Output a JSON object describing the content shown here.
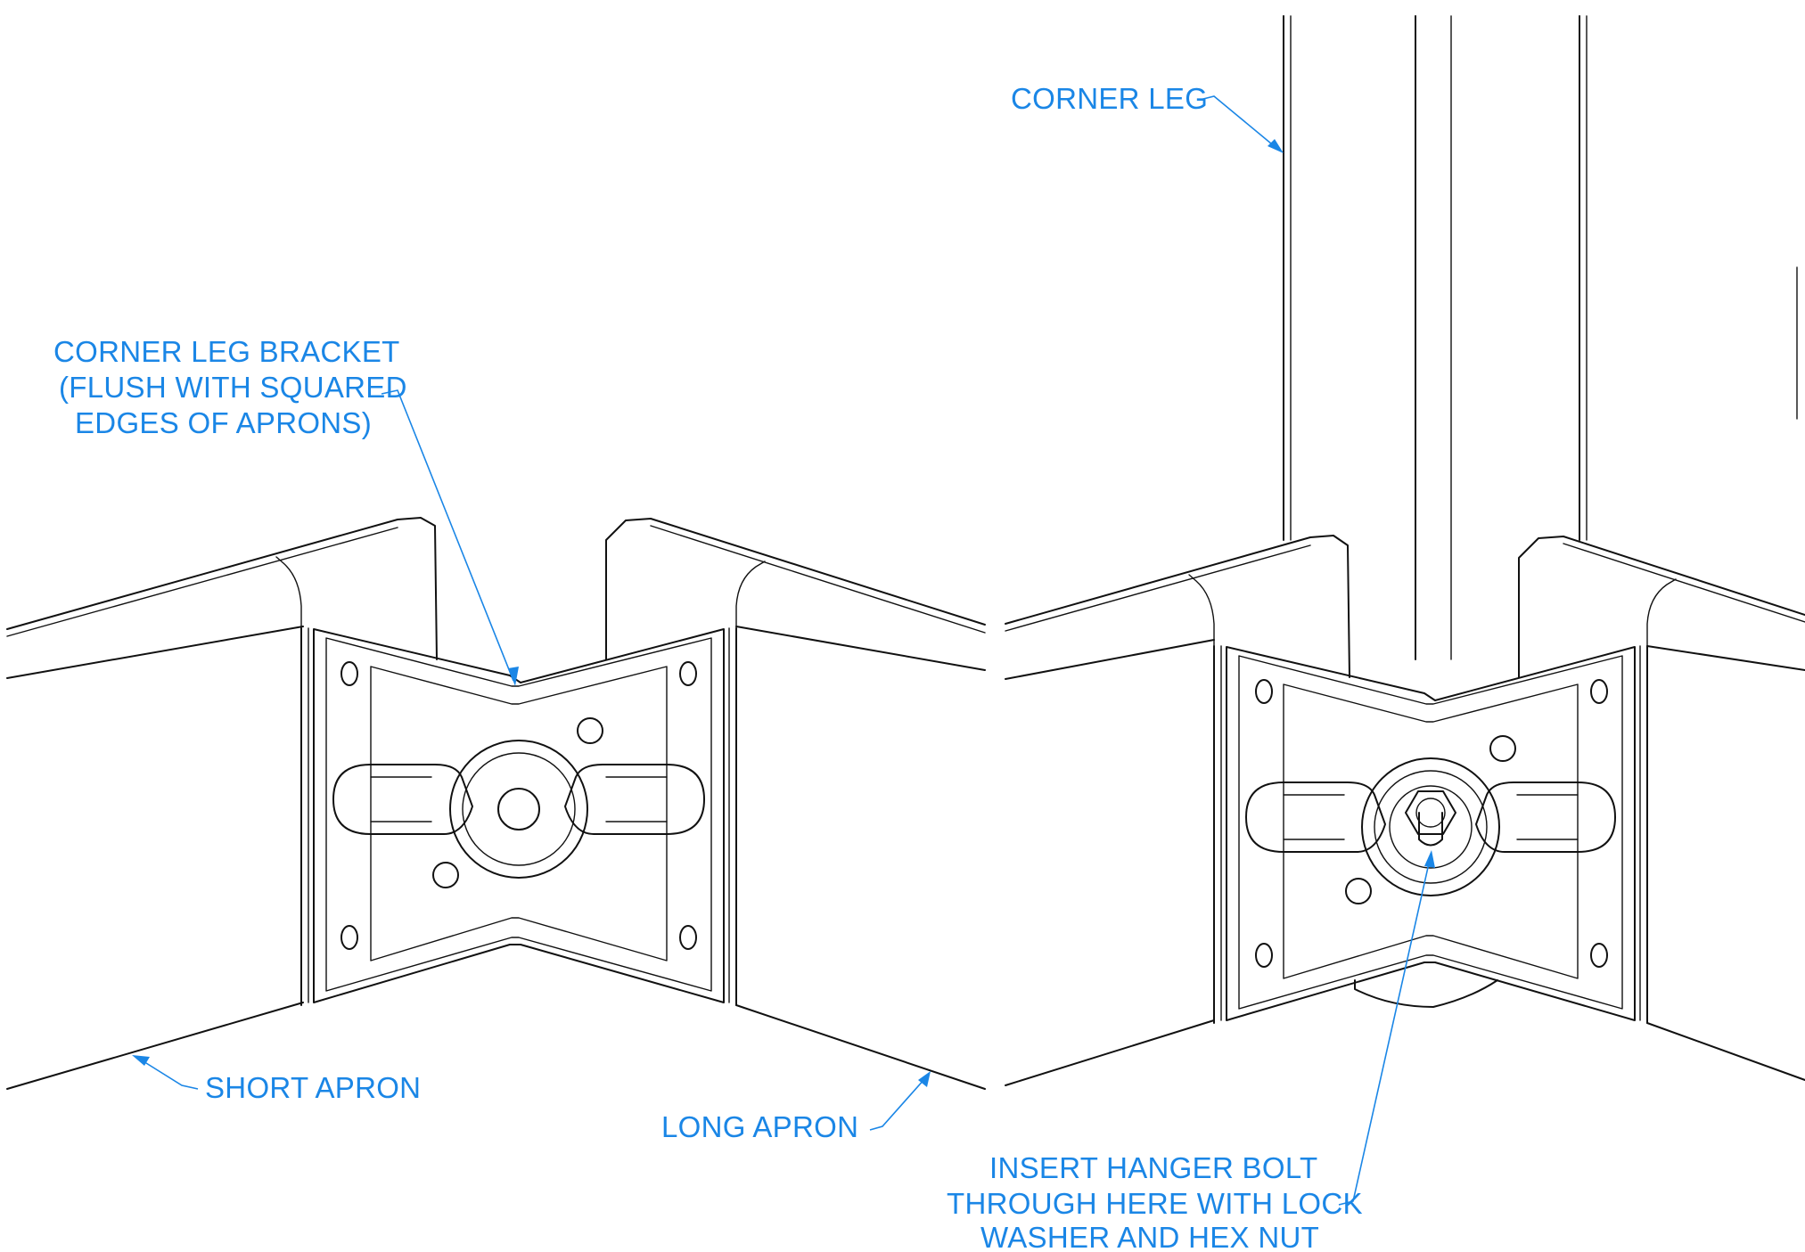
{
  "colors": {
    "annotation": "#1a86e6",
    "linework": "#111111",
    "background": "#ffffff"
  },
  "labels": {
    "corner_leg": "CORNER LEG",
    "bracket": [
      "CORNER LEG BRACKET",
      "(FLUSH WITH SQUARED",
      "EDGES OF APRONS)"
    ],
    "short_apron": "SHORT APRON",
    "long_apron": "LONG APRON",
    "hanger_bolt": [
      "INSERT HANGER BOLT",
      "THROUGH HERE WITH LOCK",
      "WASHER AND HEX NUT"
    ]
  }
}
